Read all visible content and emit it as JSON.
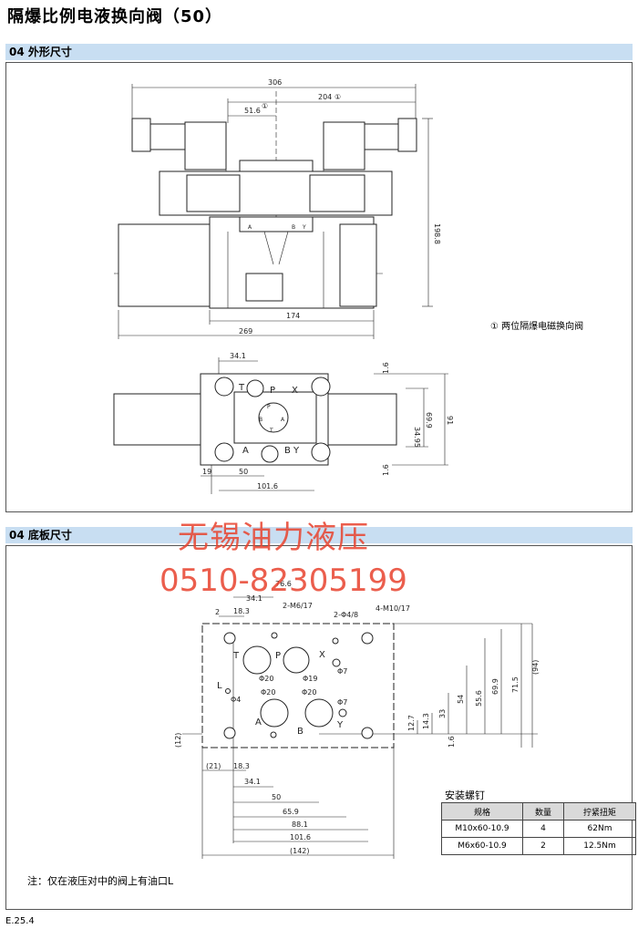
{
  "page_title": "隔爆比例电液换向阀（50）",
  "section1": {
    "label": "04 外形尺寸"
  },
  "section2": {
    "label": "04 底板尺寸"
  },
  "watermark": {
    "company": "无锡油力液压",
    "phone": "0510-82305199"
  },
  "legend_note": "① 两位隔爆电磁换向阀",
  "top_view_dims": {
    "d306": "306",
    "d204": "204",
    "c1": "①",
    "d51_6": "51.6",
    "c2": "①",
    "d198_8": "198.8",
    "d174": "174",
    "d269": "269",
    "port_a": "A",
    "port_b": "B",
    "port_y": "Y"
  },
  "plan_view_dims": {
    "d34_1": "34.1",
    "d1_6a": "1.6",
    "d69_9": "69.9",
    "d91": "91",
    "d34_95": "34.95",
    "d1_6b": "1.6",
    "d19": "19",
    "d50": "50",
    "d101_6": "101.6",
    "p_t": "T",
    "p_p": "P",
    "p_x": "X",
    "p_a": "A",
    "p_b": "B",
    "p_y": "Y",
    "p_a2": "A",
    "p_b2": "B",
    "p_p2": "P",
    "p_t2": "T"
  },
  "base_dims": {
    "d76_6": "76.6",
    "d34_1": "34.1",
    "m6": "2-M6/17",
    "phi4_8": "2-Φ4/8",
    "m10": "4-M10/17",
    "d2": "2",
    "d18_3": "18.3",
    "t": "T",
    "p": "P",
    "x": "X",
    "phi20a": "Φ20",
    "phi19": "Φ19",
    "phi7a": "Φ7",
    "l": "L",
    "phi4": "Φ4",
    "phi20b": "Φ20",
    "phi20c": "Φ20",
    "phi7b": "Φ7",
    "a": "A",
    "b": "B",
    "y": "Y",
    "v94": "(94)",
    "v71_5": "71.5",
    "v69_9": "69.9",
    "v55_6": "55.6",
    "v54": "54",
    "v33": "33",
    "v14_3": "14.3",
    "v12_7": "12.7",
    "v1_6": "1.6",
    "v12": "(12)",
    "h21": "(21)",
    "h18_3": "18.3",
    "h34_1": "34.1",
    "h50": "50",
    "h65_9": "65.9",
    "h88_1": "88.1",
    "h101_6": "101.6",
    "h142": "(142)"
  },
  "screws": {
    "title": "安装螺钉",
    "headers": [
      "规格",
      "数量",
      "拧紧扭矩"
    ],
    "rows": [
      [
        "M10x60-10.9",
        "4",
        "62Nm"
      ],
      [
        "M6x60-10.9",
        "2",
        "12.5Nm"
      ]
    ]
  },
  "note": "注：仅在液压对中的阀上有油口L",
  "footer": "E.25.4"
}
